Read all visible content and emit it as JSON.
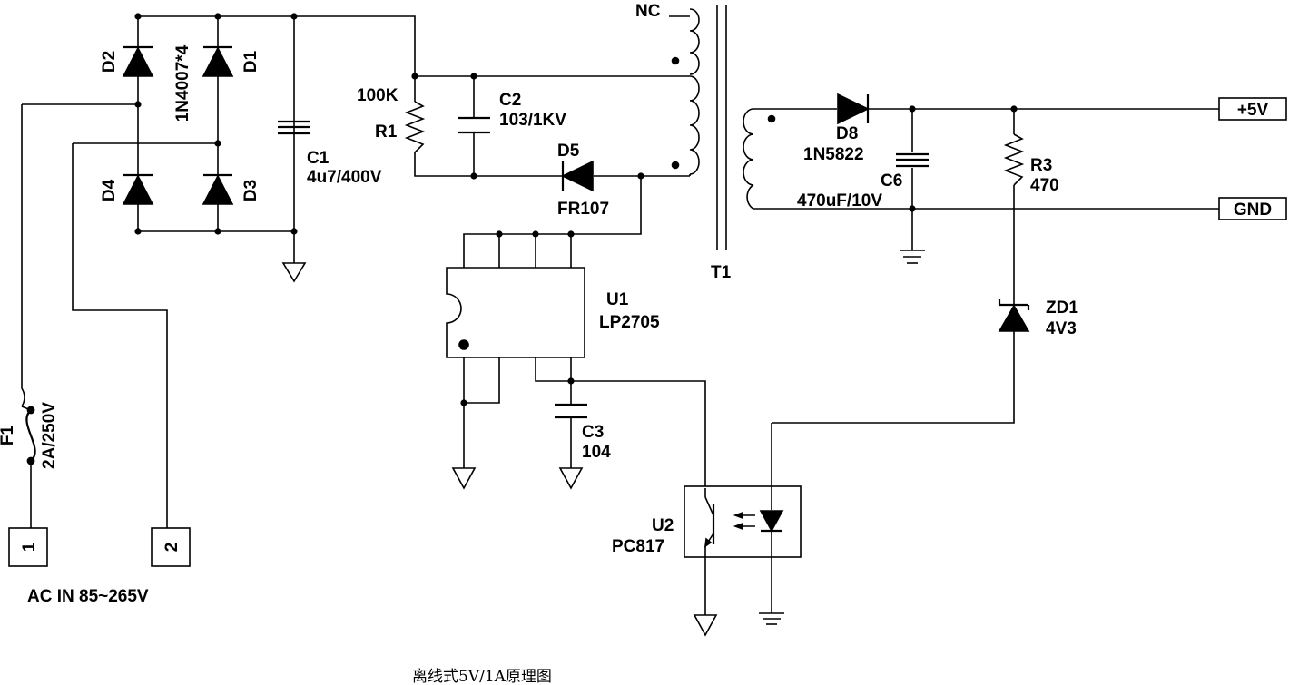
{
  "title": "离线式5V/1A原理图",
  "input": {
    "label": "AC IN 85~265V",
    "pins": [
      "1",
      "2"
    ]
  },
  "fuse": {
    "ref": "F1",
    "value": "2A/250V"
  },
  "bridge": {
    "part": "1N4007*4",
    "diodes": [
      "D1",
      "D2",
      "D3",
      "D4"
    ]
  },
  "c1": {
    "ref": "C1",
    "value": "4u7/400V"
  },
  "r1": {
    "ref": "R1",
    "value": "100K"
  },
  "c2": {
    "ref": "C2",
    "value": "103/1KV"
  },
  "d5": {
    "ref": "D5",
    "value": "FR107"
  },
  "transformer": {
    "ref": "T1",
    "nc": "NC"
  },
  "u1": {
    "ref": "U1",
    "part": "LP2705"
  },
  "c3": {
    "ref": "C3",
    "value": "104"
  },
  "u2": {
    "ref": "U2",
    "part": "PC817"
  },
  "d8": {
    "ref": "D8",
    "value": "1N5822"
  },
  "c6": {
    "ref": "C6",
    "value": "470uF/10V"
  },
  "r3": {
    "ref": "R3",
    "value": "470"
  },
  "zd1": {
    "ref": "ZD1",
    "value": "4V3"
  },
  "outputs": {
    "positive": "+5V",
    "ground": "GND"
  }
}
